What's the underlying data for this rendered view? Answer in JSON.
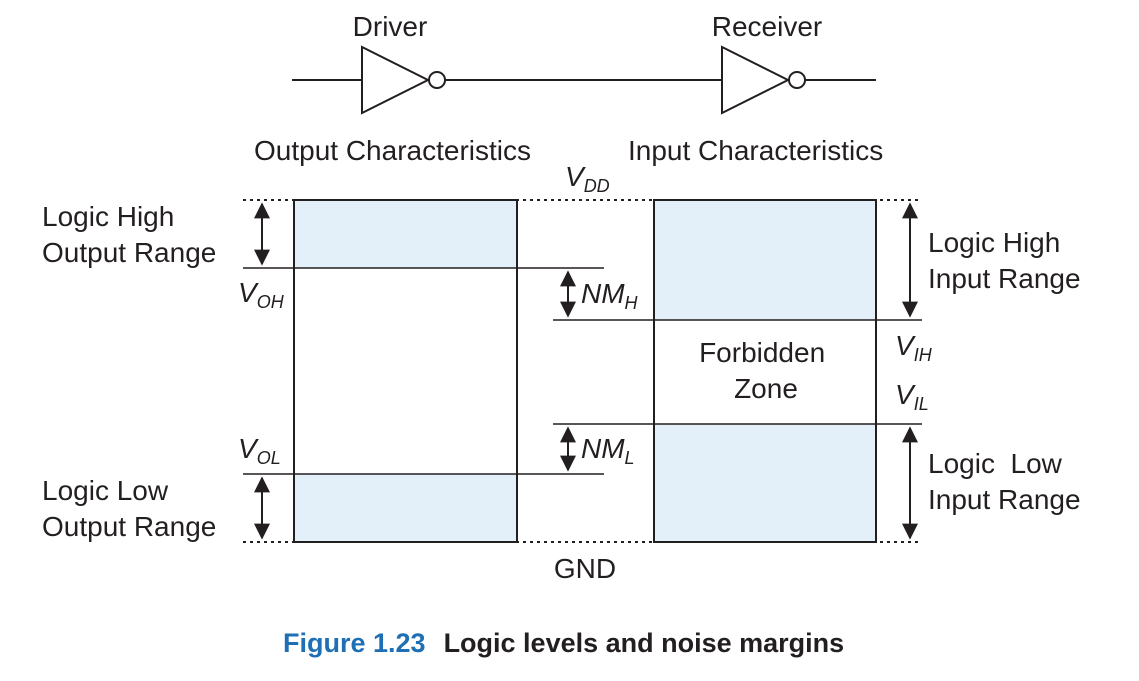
{
  "top": {
    "driver_label": "Driver",
    "receiver_label": "Receiver"
  },
  "headings": {
    "output": "Output Characteristics",
    "input": "Input Characteristics"
  },
  "rails": {
    "vdd": {
      "main": "V",
      "sub": "DD"
    },
    "gnd": "GND"
  },
  "left": {
    "high_range": [
      "Logic High",
      "Output Range"
    ],
    "low_range": [
      "Logic Low",
      "Output Range"
    ],
    "voh": {
      "main": "V",
      "sub": "OH"
    },
    "vol": {
      "main": "V",
      "sub": "OL"
    }
  },
  "margins": {
    "nmh": {
      "main": "NM",
      "sub": "H"
    },
    "nml": {
      "main": "NM",
      "sub": "L"
    }
  },
  "right": {
    "high_range": [
      "Logic High",
      "Input Range"
    ],
    "low_range": [
      "Logic  Low",
      "Input Range"
    ],
    "forbidden": [
      "Forbidden",
      "Zone"
    ],
    "vih": {
      "main": "V",
      "sub": "IH"
    },
    "vil": {
      "main": "V",
      "sub": "IL"
    }
  },
  "caption": {
    "number": "Figure 1.23",
    "text": "Logic levels and noise margins"
  },
  "colors": {
    "fill": "#e3f0f9",
    "stroke": "#231f20",
    "caption_blue": "#1f6fb5"
  }
}
